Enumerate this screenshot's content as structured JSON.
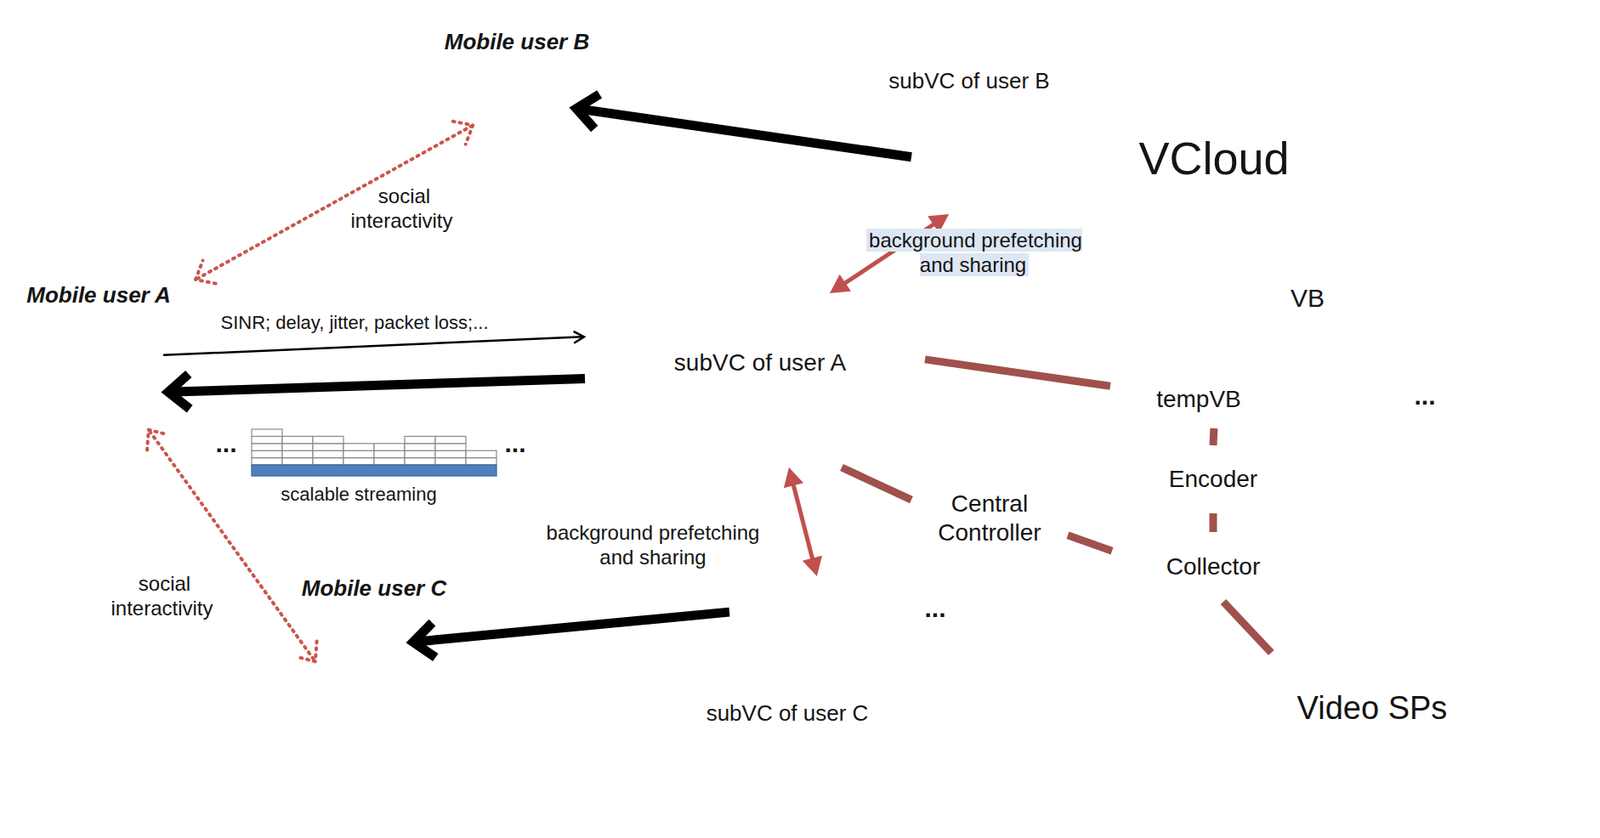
{
  "diagram": {
    "nodes": [
      {
        "text": [
          "VCloud"
        ]
      },
      {
        "text": [
          "Mobile user B"
        ]
      },
      {
        "text": [
          "subVC of user B"
        ],
        "in": 0
      },
      {
        "text": [
          "Mobile user A"
        ]
      },
      {
        "text": [
          "subVC of user A"
        ],
        "in": 0
      },
      {
        "text": [
          "tempVB"
        ],
        "in": 0
      },
      {
        "text": [
          "VB"
        ],
        "in": 0
      },
      {
        "text": [
          "Encoder"
        ],
        "in": 0
      },
      {
        "text": [
          "Central Controller"
        ],
        "in": 0
      },
      {
        "text": [
          "Collector"
        ],
        "in": 0
      },
      {
        "text": [
          "Mobile user C"
        ]
      },
      {
        "text": [
          "subVC of user C"
        ],
        "in": 0
      },
      {
        "text": [
          "Video SPs"
        ]
      }
    ],
    "edges": [
      {
        "from": 2,
        "to": 1,
        "arrow": "to"
      },
      {
        "from": 4,
        "to": 3,
        "arrow": "to"
      },
      {
        "from": 3,
        "to": 4,
        "arrow": "to",
        "label": "SINR; delay, jitter, packet loss;..."
      },
      {
        "from": 11,
        "to": 10,
        "arrow": "to"
      },
      {
        "from": 4,
        "to": 2,
        "arrow": "both",
        "label": "background prefetching and sharing"
      },
      {
        "from": 4,
        "to": 11,
        "arrow": "both",
        "label": "background prefetching and sharing"
      },
      {
        "from": 3,
        "to": 1,
        "arrow": "both",
        "label": "social interactivity"
      },
      {
        "from": 3,
        "to": 10,
        "arrow": "both",
        "label": "social interactivity"
      },
      {
        "from": 4,
        "to": 5,
        "arrow": "none"
      },
      {
        "from": 4,
        "to": 8,
        "arrow": "none"
      },
      {
        "from": 8,
        "to": 9,
        "arrow": "none"
      },
      {
        "from": 5,
        "to": 7,
        "arrow": "none"
      },
      {
        "from": 7,
        "to": 9,
        "arrow": "none"
      },
      {
        "from": 9,
        "to": 12,
        "arrow": "none"
      }
    ],
    "labels": [
      "...",
      "...",
      "scalable streaming",
      "...",
      "..."
    ]
  }
}
